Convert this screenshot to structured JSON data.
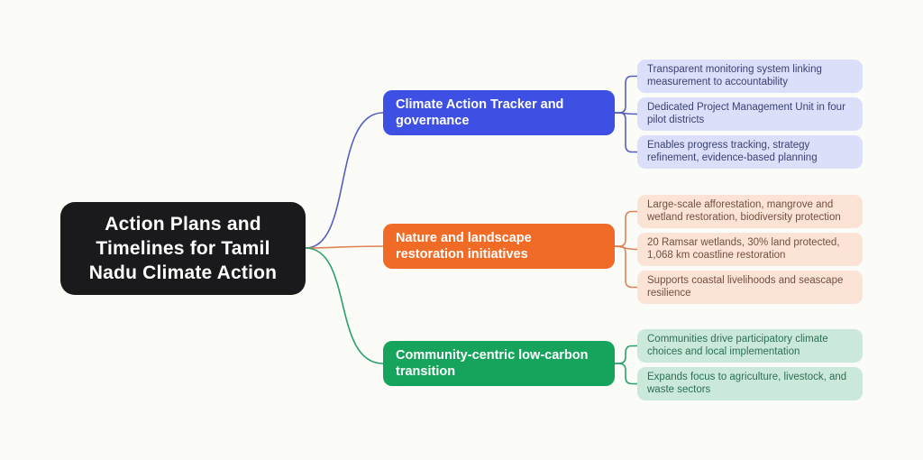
{
  "diagram": {
    "type": "mindmap",
    "background_color": "#FBFBF8",
    "center": {
      "label": "Action Plans and Timelines for Tamil Nadu Climate Action",
      "bg_color": "#1A1A1C",
      "text_color": "#FFFFFF"
    },
    "branches": [
      {
        "label": "Climate Action Tracker and governance",
        "color": "#3E4FE3",
        "line_color": "#5560BD",
        "leaf_bg_color": "#DBDFFA",
        "leaf_text_color": "#3A4274",
        "leaves": [
          "Transparent monitoring system linking measurement to accountability",
          "Dedicated Project Management Unit in four pilot districts",
          "Enables progress tracking, strategy refinement, evidence-based planning"
        ]
      },
      {
        "label": "Nature and landscape restoration initiatives",
        "color": "#F06B26",
        "line_color": "#DB8354",
        "leaf_bg_color": "#FBE3D5",
        "leaf_text_color": "#74503E",
        "leaves": [
          "Large-scale afforestation, mangrove and wetland restoration, biodiversity protection",
          "20 Ramsar wetlands, 30% land protected, 1,068 km coastline restoration",
          "Supports coastal livelihoods and seascape resilience"
        ]
      },
      {
        "label": "Community-centric low-carbon transition",
        "color": "#16A45C",
        "line_color": "#2AA06A",
        "leaf_bg_color": "#CBE9DA",
        "leaf_text_color": "#2B6F55",
        "leaves": [
          "Communities drive participatory climate choices and local implementation",
          "Expands focus to agriculture, livestock, and waste sectors"
        ]
      }
    ]
  }
}
